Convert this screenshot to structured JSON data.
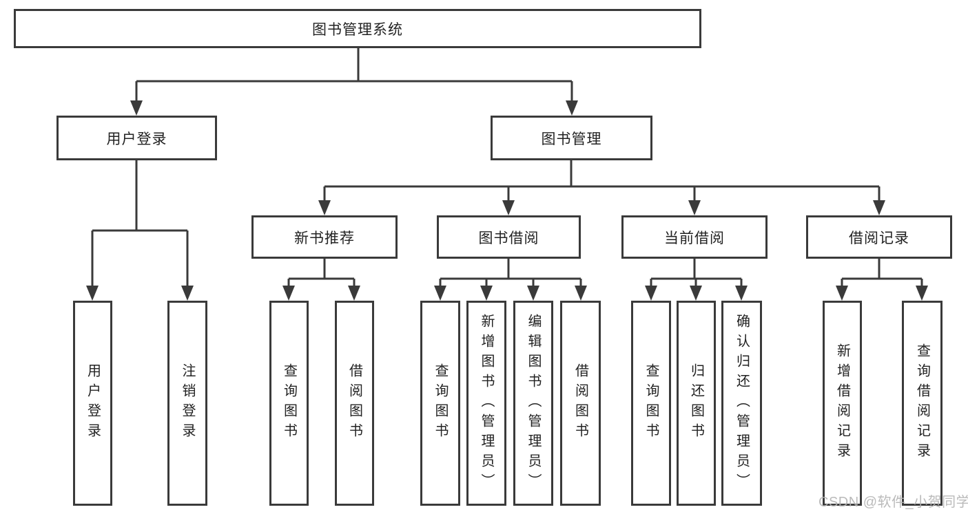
{
  "diagram_title": "图书管理系统",
  "tree": {
    "root": {
      "label": "图书管理系统"
    },
    "branches": [
      {
        "label": "用户登录",
        "children": [
          {
            "label": "用户登录"
          },
          {
            "label": "注销登录"
          }
        ]
      },
      {
        "label": "图书管理",
        "children": [
          {
            "label": "新书推荐",
            "children": [
              {
                "label": "查询图书"
              },
              {
                "label": "借阅图书"
              }
            ]
          },
          {
            "label": "图书借阅",
            "children": [
              {
                "label": "查询图书"
              },
              {
                "label": "新增图书（管理员）"
              },
              {
                "label": "编辑图书（管理员）"
              },
              {
                "label": "借阅图书"
              }
            ]
          },
          {
            "label": "当前借阅",
            "children": [
              {
                "label": "查询图书"
              },
              {
                "label": "归还图书"
              },
              {
                "label": "确认归还（管理员）"
              }
            ]
          },
          {
            "label": "借阅记录",
            "children": [
              {
                "label": "新增借阅记录"
              },
              {
                "label": "查询借阅记录"
              }
            ]
          }
        ]
      }
    ]
  },
  "watermark": "CSDN @软件_小贺同学",
  "colors": {
    "line": "#3a3a3a",
    "box_border": "#3a3a3a",
    "text": "#222222",
    "background": "#ffffff",
    "watermark": "#b3b3b3"
  }
}
